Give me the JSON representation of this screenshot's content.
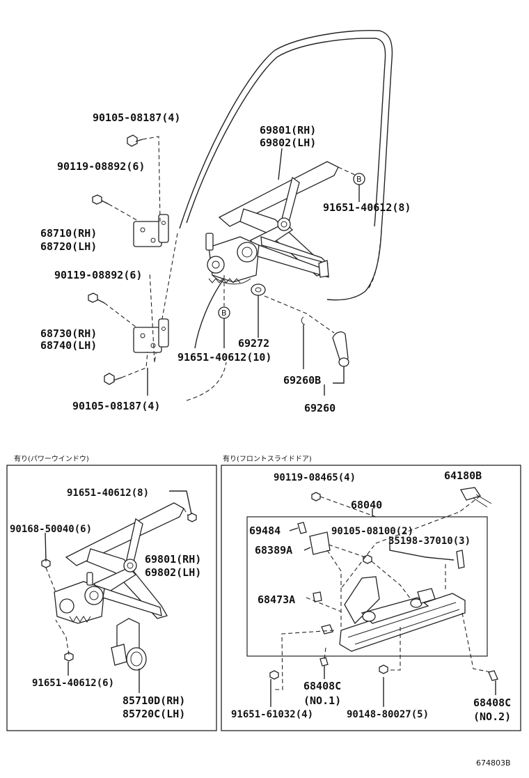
{
  "top": {
    "labels": {
      "l1": "90105-08187(4)",
      "l2": "90119-08892(6)",
      "l3a": "68710(RH)",
      "l3b": "68720(LH)",
      "l4": "90119-08892(6)",
      "l5a": "68730(RH)",
      "l5b": "68740(LH)",
      "l6": "90105-08187(4)",
      "l7a": "69801(RH)",
      "l7b": "69802(LH)",
      "l8": "91651-40612(8)",
      "l9": "69272",
      "l10": "91651-40612(10)",
      "l11": "69260B",
      "l12": "69260",
      "callout_b": "B"
    }
  },
  "left_box": {
    "caption": "有り(パワーウインドウ)",
    "labels": {
      "a1": "91651-40612(8)",
      "a2": "90168-50040(6)",
      "a3a": "69801(RH)",
      "a3b": "69802(LH)",
      "a4": "91651-40612(6)",
      "a5a": "85710D(RH)",
      "a5b": "85720C(LH)"
    }
  },
  "right_box": {
    "caption": "有り(フロントスライドドア)",
    "labels": {
      "b1": "90119-08465(4)",
      "b2": "64180B",
      "b3": "68040",
      "b4": "69484",
      "b5": "90105-08100(2)",
      "b6": "35198-37010(3)",
      "b7": "68389A",
      "b8": "68473A",
      "b9a": "68408C",
      "b9b": "(NO.1)",
      "b10a": "68408C",
      "b10b": "(NO.2)",
      "b11": "91651-61032(4)",
      "b12": "90148-80027(5)"
    }
  },
  "figure_id": "674803B"
}
